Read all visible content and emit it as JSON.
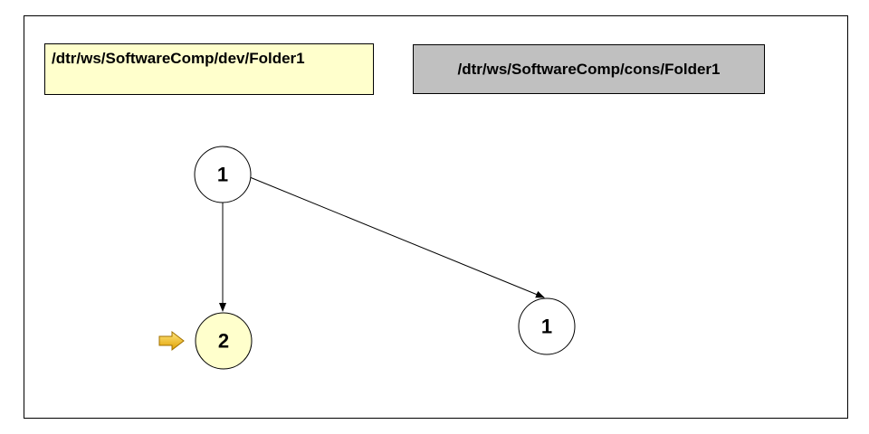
{
  "workspaces": {
    "dev_path": "/dtr/ws/SoftwareComp/dev/Folder1",
    "cons_path": "/dtr/ws/SoftwareComp/cons/Folder1"
  },
  "nodes": {
    "dev_v1": {
      "label": "1",
      "fill": "#ffffff"
    },
    "dev_v2": {
      "label": "2",
      "fill": "#ffffcc",
      "current": true
    },
    "cons_v1": {
      "label": "1",
      "fill": "#ffffff"
    }
  },
  "colors": {
    "dev_box": "#ffffcc",
    "cons_box": "#c0c0c0",
    "current_node": "#ffffcc",
    "arrow_marker": "#f0b000"
  },
  "icons": {
    "current_version_marker": "right-arrow-icon"
  }
}
